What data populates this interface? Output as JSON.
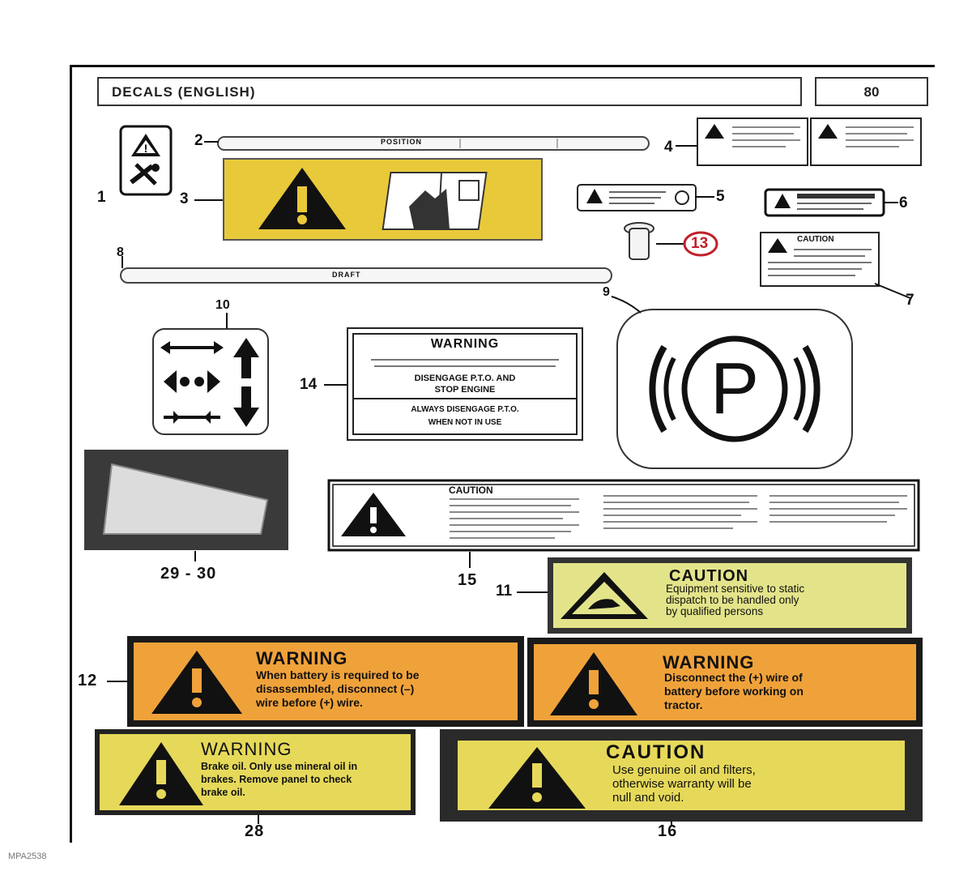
{
  "header": {
    "title": "DECALS (ENGLISH)",
    "page": "80"
  },
  "callouts": {
    "c1": "1",
    "c2": "2",
    "c3": "3",
    "c4": "4",
    "c5": "5",
    "c6": "6",
    "c7": "7",
    "c8": "8",
    "c9": "9",
    "c10": "10",
    "c11": "11",
    "c12": "12",
    "c13": "13",
    "c14": "14",
    "c15": "15",
    "c16": "16",
    "c28": "28",
    "c2930": "29 - 30"
  },
  "decal_strips": {
    "d2_word": "POSITION",
    "d8_word": "DRAFT"
  },
  "decal7": {
    "heading": "CAUTION"
  },
  "decal14": {
    "heading": "WARNING",
    "line1": "DISENGAGE P.T.O. AND",
    "line2": "STOP ENGINE",
    "line3": "ALWAYS DISENGAGE P.T.O.",
    "line4": "WHEN NOT IN USE"
  },
  "decal9": {
    "symbol": "P"
  },
  "decal15": {
    "heading": "CAUTION"
  },
  "decal11": {
    "heading": "CAUTION",
    "line1": "Equipment sensitive to static",
    "line2": "dispatch to be handled only",
    "line3": "by qualified persons"
  },
  "decal12a": {
    "heading": "WARNING",
    "line1": "When battery is required to be",
    "line2": "disassembled, disconnect (–)",
    "line3": "wire before (+) wire."
  },
  "decal12b": {
    "heading": "WARNING",
    "line1": "Disconnect the (+) wire of",
    "line2": "battery before working on",
    "line3": "tractor."
  },
  "decal28": {
    "heading": "WARNING",
    "line1": "Brake oil. Only use mineral oil in",
    "line2": "brakes. Remove panel to check",
    "line3": "brake oil."
  },
  "decal16": {
    "heading": "CAUTION",
    "line1": "Use genuine oil and filters,",
    "line2": "otherwise warranty will be",
    "line3": "null and void."
  },
  "footer": {
    "code": "MPA2538"
  },
  "colors": {
    "decal_yellow": "#e8c93a",
    "decal_orange": "#f0a23a",
    "decal_lightyellow": "#e3e48a",
    "decal_border_dark": "#1a1a1a"
  }
}
